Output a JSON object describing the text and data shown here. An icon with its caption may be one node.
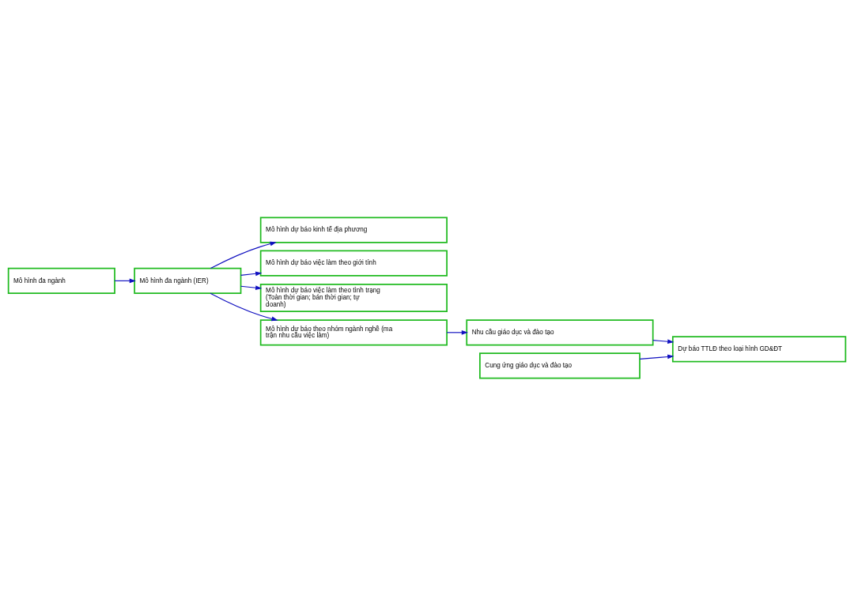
{
  "diagram": {
    "nodes": [
      {
        "text": [
          "Mô hình đa ngành"
        ]
      },
      {
        "text": [
          "Mô hình đa ngành (IER)"
        ]
      },
      {
        "text": [
          "Mô hình dự báo kinh tế địa phương"
        ]
      },
      {
        "text": [
          "Mô hình dự báo việc làm theo giới tính"
        ]
      },
      {
        "text": [
          "Mô hình dự báo việc làm theo tình trạng (Toàn thời gian; bán thời gian; tự doanh)"
        ]
      },
      {
        "text": [
          "Mô hình dự báo theo nhóm ngành nghề (ma trận nhu cầu việc làm)"
        ]
      },
      {
        "text": [
          "Nhu cầu giáo dục và đào tạo"
        ]
      },
      {
        "text": [
          "Dự báo TTLĐ theo loại hình GD&ĐT"
        ]
      },
      {
        "text": [
          "Cung ứng giáo dục và đào tạo"
        ]
      }
    ],
    "edges": [
      {
        "from": 0,
        "to": 1,
        "arrow": "to"
      },
      {
        "from": 1,
        "to": 2,
        "arrow": "to"
      },
      {
        "from": 1,
        "to": 3,
        "arrow": "to"
      },
      {
        "from": 1,
        "to": 4,
        "arrow": "to"
      },
      {
        "from": 1,
        "to": 5,
        "arrow": "to"
      },
      {
        "from": 5,
        "to": 6,
        "arrow": "to"
      },
      {
        "from": 6,
        "to": 7,
        "arrow": "to"
      },
      {
        "from": 8,
        "to": 7,
        "arrow": "to"
      }
    ]
  }
}
